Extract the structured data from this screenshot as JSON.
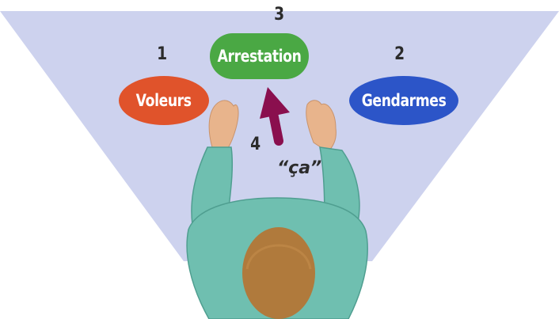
{
  "labels": {
    "thieves": {
      "number": "1",
      "text": "Voleurs",
      "color": "#e0532b"
    },
    "gendarmes": {
      "number": "2",
      "text": "Gendarmes",
      "color": "#2c55c8"
    },
    "arrest": {
      "number": "3",
      "text": "Arrestation",
      "color": "#4aa844"
    },
    "pointer": {
      "number": "4",
      "text": "“ça”",
      "color": "#8a0f4e"
    }
  },
  "colors": {
    "background_cone": "#cdd2ee",
    "shirt": "#6fbfb0",
    "skin": "#e8b48c",
    "hair": "#b07a3c"
  }
}
